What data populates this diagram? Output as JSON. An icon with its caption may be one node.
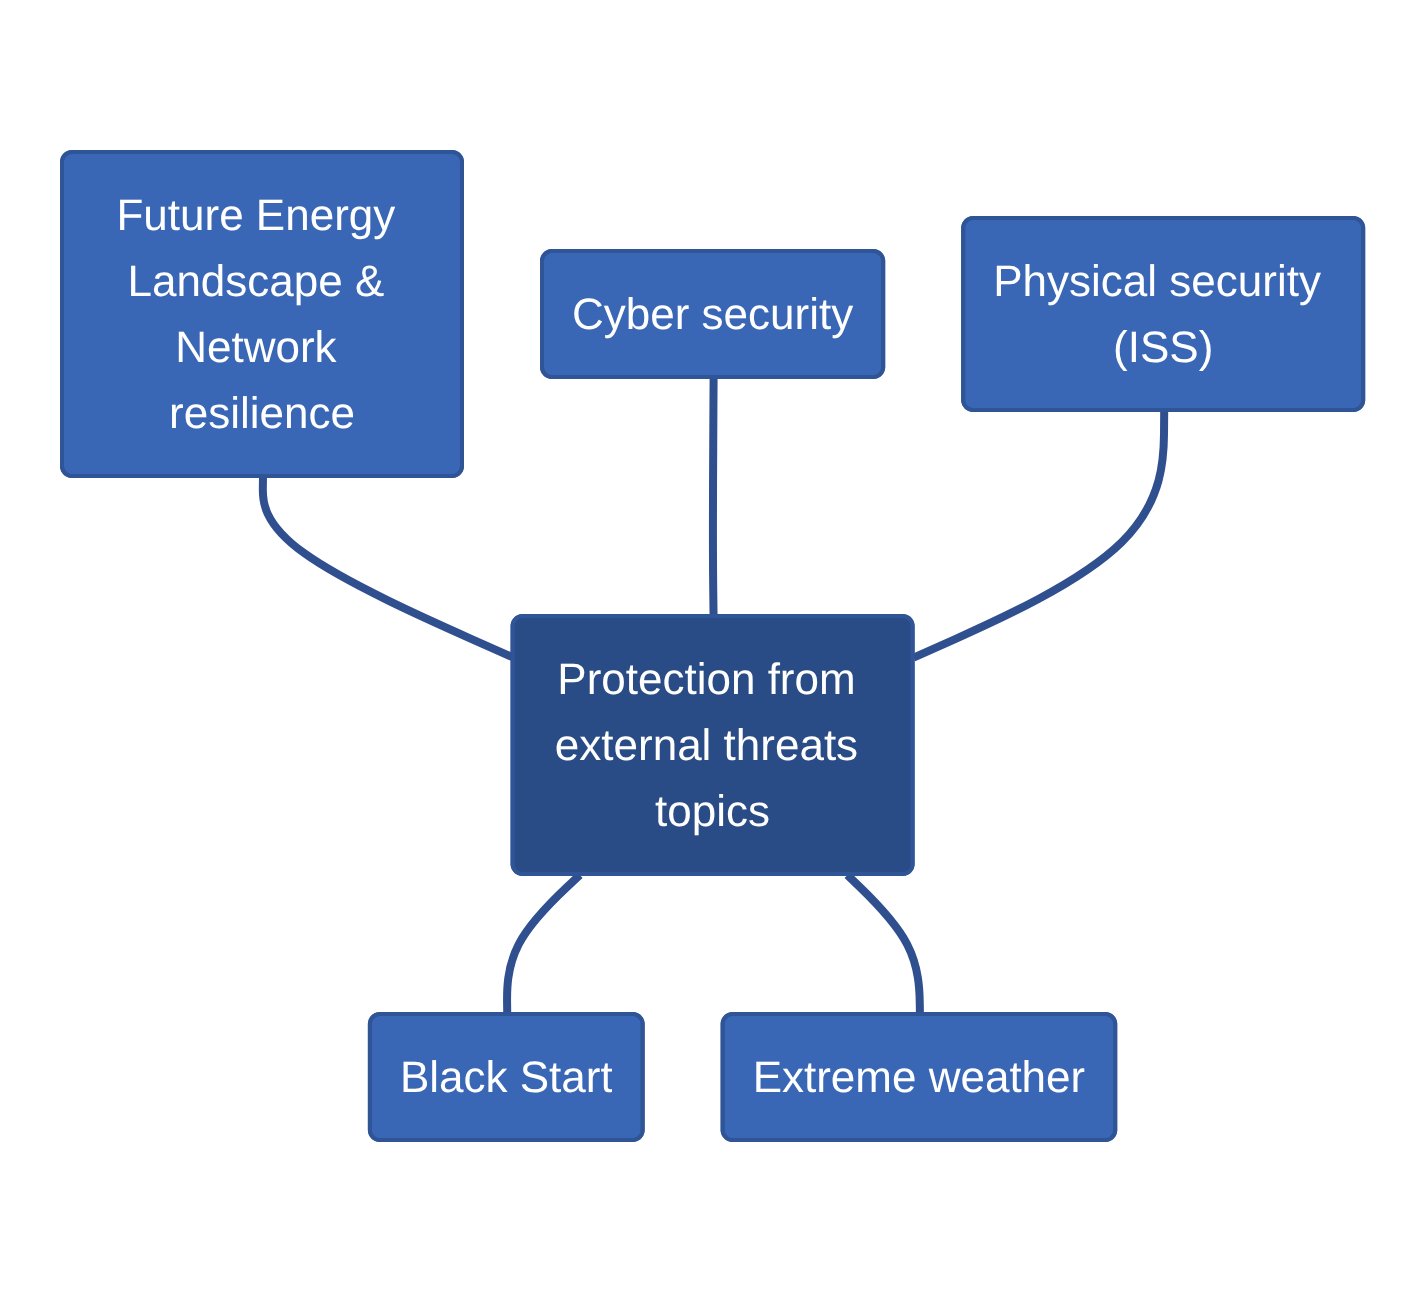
{
  "diagram": {
    "nodes": [
      {
        "text": [
          "Future Energy Landscape & Network resilience"
        ]
      },
      {
        "text": [
          "Cyber security"
        ]
      },
      {
        "text": [
          "Physical security (ISS)"
        ]
      },
      {
        "text": [
          "Protection from external threats topics"
        ]
      },
      {
        "text": [
          "Black Start"
        ]
      },
      {
        "text": [
          "Extreme weather"
        ]
      }
    ],
    "edges": [
      {
        "from": 0,
        "to": 3,
        "arrow": "none"
      },
      {
        "from": 1,
        "to": 3,
        "arrow": "none"
      },
      {
        "from": 2,
        "to": 3,
        "arrow": "none"
      },
      {
        "from": 3,
        "to": 4,
        "arrow": "none"
      },
      {
        "from": 3,
        "to": 5,
        "arrow": "none"
      }
    ]
  }
}
